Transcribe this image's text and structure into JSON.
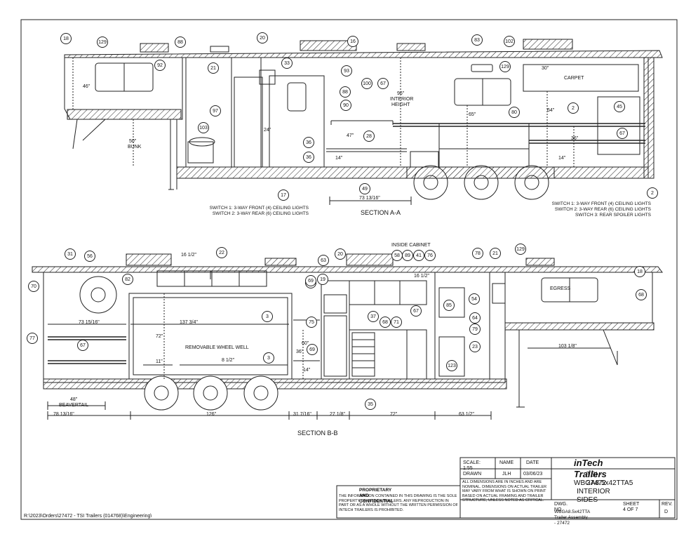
{
  "section_a_title": "SECTION A-A",
  "section_b_title": "SECTION B-B",
  "callouts_a": [
    "18",
    "129",
    "88",
    "92",
    "21",
    "20",
    "33",
    "16",
    "93",
    "88",
    "90",
    "100",
    "67",
    "83",
    "129",
    "102",
    "97",
    "103",
    "17",
    "36",
    "36",
    "28",
    "80",
    "2",
    "49",
    "2",
    "45",
    "67"
  ],
  "callouts_b": [
    "31",
    "56",
    "22",
    "82",
    "70",
    "77",
    "67",
    "3",
    "3",
    "56",
    "19",
    "69",
    "63",
    "75",
    "69",
    "20",
    "58",
    "89",
    "41",
    "76",
    "37",
    "68",
    "71",
    "67",
    "78",
    "21",
    "54",
    "64",
    "85",
    "79",
    "23",
    "123",
    "129",
    "18",
    "68",
    "35"
  ],
  "dims_a": {
    "d46": "46\"",
    "d50": "50\"",
    "bunk": "BUNK",
    "d24": "24\"",
    "d47": "47\"",
    "d14a": "14\"",
    "interior": "96\"",
    "interior2": "INTERIOR",
    "interior3": "HEIGHT",
    "d65": "65\"",
    "d64": "64\"",
    "d36": "36\"",
    "d14b": "14\"",
    "d30": "30\"",
    "carpet": "CARPET",
    "len": "73 13/16\""
  },
  "notes_a_left": [
    "SWITCH 1: 3-WAY FRONT (4) CEILING LIGHTS",
    "SWITCH 2: 3-WAY REAR (6) CEILING LIGHTS"
  ],
  "notes_a_right": [
    "SWITCH 1: 3-WAY FRONT (4) CEILING LIGHTS",
    "SWITCH 2: 3-WAY REAR (6) CEILING LIGHTS",
    "SWITCH 3: REAR SPOILER LIGHTS"
  ],
  "dims_b": {
    "d16": "16 1/2\"",
    "d16b": "16 1/2\"",
    "d73": "73 15/16\"",
    "d137": "137 3/4\"",
    "d72": "72\"",
    "wheelwell": "REMOVABLE WHEEL WELL",
    "d11": "11\"",
    "d8": "8 1/2\"",
    "d36": "36\"",
    "d60": "60\"",
    "d14": "14\"",
    "d103": "103 1/8\"",
    "egress": "EGRESS",
    "inside_cabinet": "INSIDE CABINET",
    "d48": "48\"",
    "beavertail": "BEAVERTAIL",
    "d78": "78 13/16\"",
    "d126": "126\"",
    "d31": "31 7/16\"",
    "d27": "27 1/8\"",
    "d72b": "72\"",
    "d63": "63 1/2\""
  },
  "title_block": {
    "scale": "SCALE: 1:55",
    "name_h": "NAME",
    "date_h": "DATE",
    "drawn": "DRAWN",
    "drawn_name": "JLH",
    "drawn_date": "03/06/23",
    "company": "inTech Trailers",
    "title1": "TSI - 27472",
    "title2": "WBGA8.5x42TTA5",
    "title3": "INTERIOR SIDES",
    "dims_note": "ALL DIMENSIONS ARE IN INCHES AND ARE NOMINAL. DIMENSIONS ON ACTUAL TRAILER MAY VARY FROM WHAT IS SHOWN ON PRINT BASED ON ACTUAL FRAMING AND TRAILER STRUCTURE, UNLESS NOTED AS CRITICAL.",
    "prop_title": "PROPRIETARY AND CONFIDENTIAL",
    "prop_text": "THE INFORMATION CONTAINED IN THIS DRAWING IS THE SOLE PROPERTY OF INTECH TRAILERS. ANY REPRODUCTION IN PART OR AS A WHOLE WITHOUT THE WRITTEN PERMISSION OF INTECH TRAILERS IS PROHIBITED.",
    "dwg_no_label": "DWG. NO.",
    "dwg_no": "WBGA8.5x42TTA Trailer Assembly - 27472",
    "sheet": "SHEET 4 OF 7",
    "rev_label": "REV.",
    "rev": "D"
  },
  "file_path": "R:\\2023\\Orders\\27472 - TSI Trailers (014768)\\Engineering\\"
}
